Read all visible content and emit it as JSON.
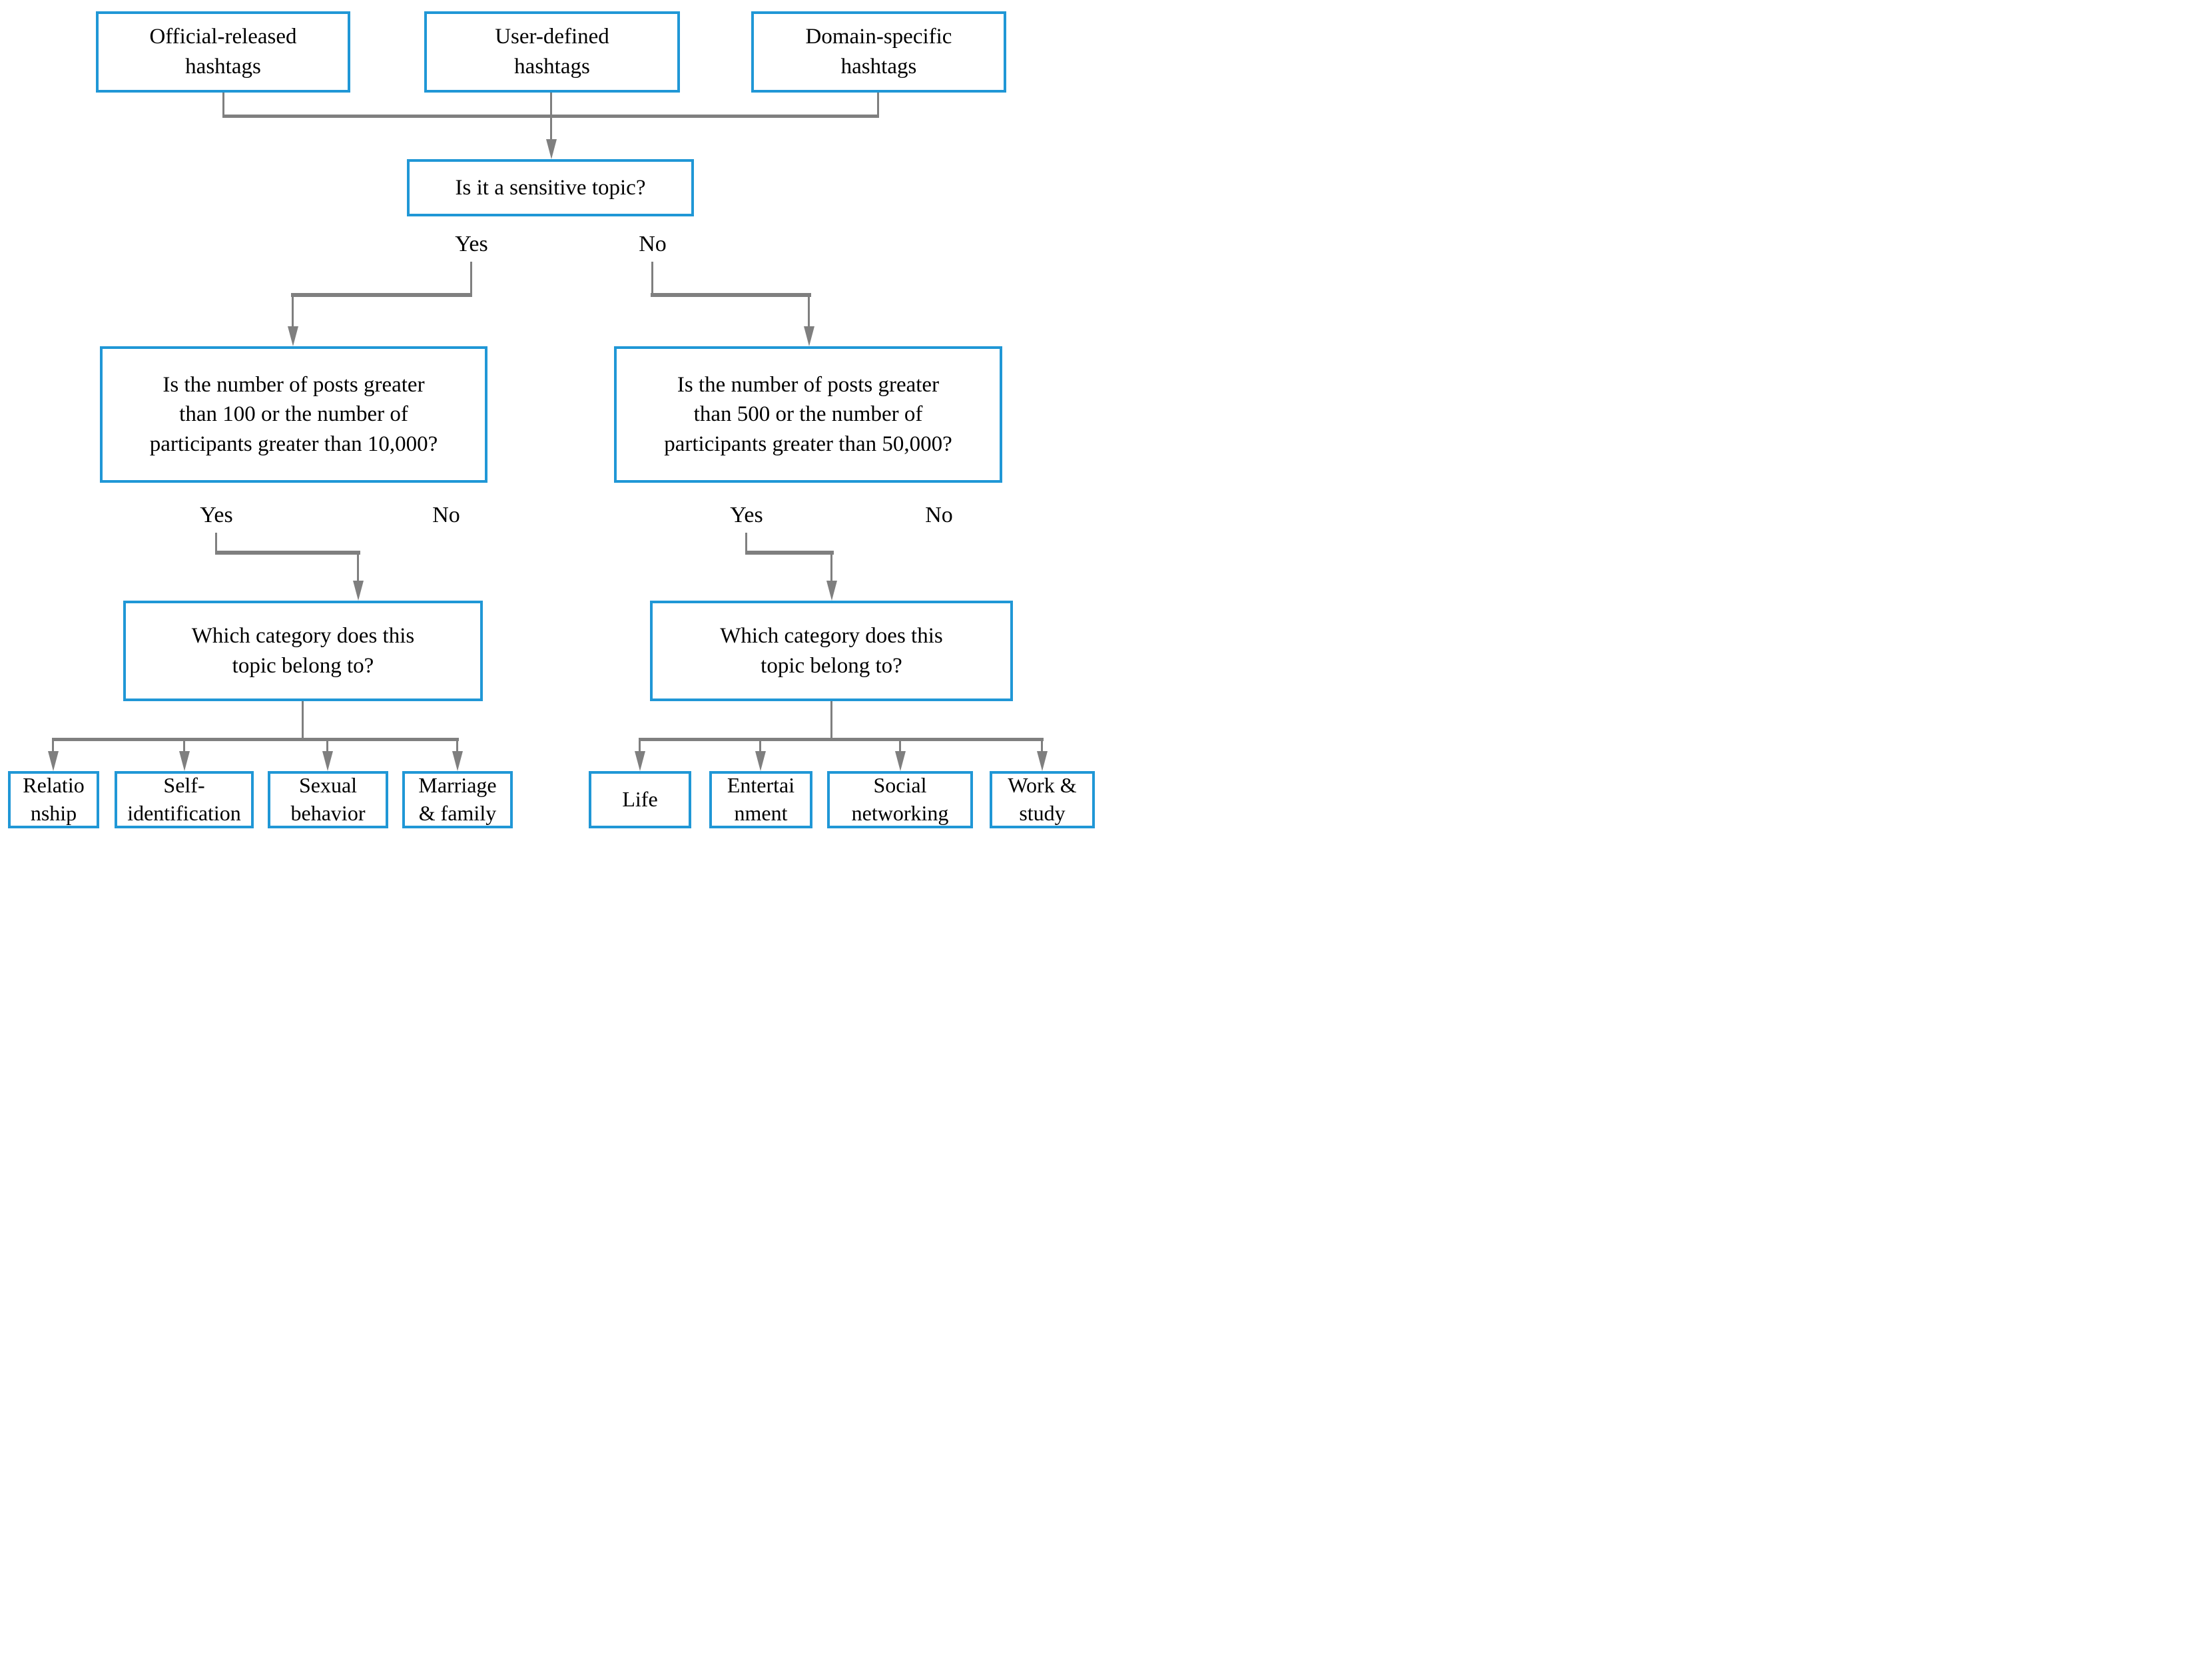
{
  "figure": {
    "type": "flowchart",
    "colors": {
      "node_border": "#2097d6",
      "connector": "#7f7f7f",
      "text": "#000000",
      "background": "#ffffff"
    },
    "nodes": {
      "official_hashtags": "Official-released\nhashtags",
      "user_hashtags": "User-defined\nhashtags",
      "domain_hashtags": "Domain-specific\nhashtags",
      "sensitive_question": "Is it a sensitive topic?",
      "sensitive_volume_question": "Is the number of posts greater\nthan 100 or the number of\nparticipants greater than 10,000?",
      "nonsensitive_volume_question": "Is the number of posts greater\nthan 500 or the number of\nparticipants greater than 50,000?",
      "category_question_sensitive": "Which category does this\ntopic belong to?",
      "category_question_nonsensitive": "Which category does this\ntopic belong to?",
      "relationship": "Relatio\nnship",
      "self_identification": "Self-\nidentification",
      "sexual_behavior": "Sexual\nbehavior",
      "marriage_family": "Marriage\n& family",
      "life": "Life",
      "entertainment": "Entertai\nnment",
      "social_networking": "Social\nnetworking",
      "work_study": "Work &\nstudy"
    },
    "branch_labels": {
      "sensitive_yes": "Yes",
      "sensitive_no": "No",
      "left_yes": "Yes",
      "left_no": "No",
      "right_yes": "Yes",
      "right_no": "No"
    }
  }
}
